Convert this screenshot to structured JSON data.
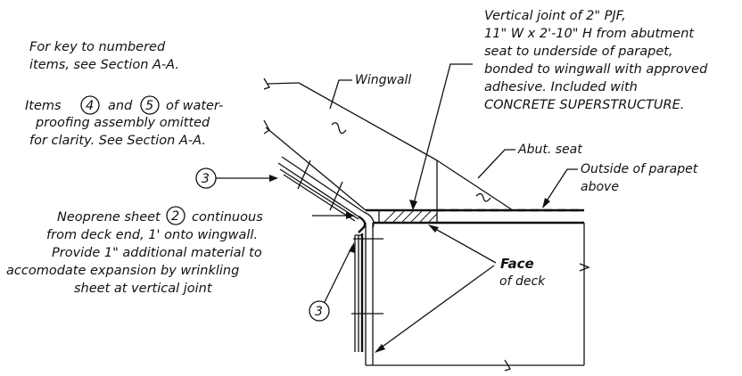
{
  "notes": {
    "key_note": [
      "For key to numbered",
      "items, see Section A-A."
    ],
    "items_note": [
      "Items",
      "and",
      "of water-",
      "proofing assembly omitted",
      "for clarity. See Section A-A."
    ],
    "items_note_refs": [
      "4",
      "5"
    ],
    "joint_note": [
      "Vertical joint of 2\" PJF,",
      "11\" W x 2'-10\" H from abutment",
      "seat to underside of parapet,",
      "bonded to wingwall with approved",
      "adhesive.  Included with",
      "CONCRETE SUPERSTRUCTURE."
    ],
    "neoprene_note": [
      "Neoprene sheet",
      "continuous",
      "from deck end, 1' onto wingwall.",
      "Provide 1\" additional material to",
      "accomodate expansion by wrinkling",
      "sheet at vertical joint"
    ],
    "neoprene_ref": "2"
  },
  "labels": {
    "wingwall": "Wingwall",
    "abut_seat": "Abut. seat",
    "parapet": [
      "Outside of parapet",
      "above"
    ],
    "face_of_deck": [
      "Face",
      "of deck"
    ]
  },
  "bubbles": {
    "upper": "3",
    "lower": "3"
  }
}
